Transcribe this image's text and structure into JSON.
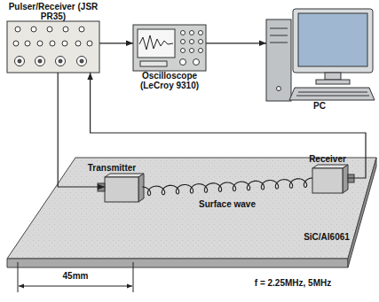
{
  "diagram": {
    "nodes": [
      {
        "text": [
          "Pulser/Receiver (JSR PR35)"
        ]
      },
      {
        "text": [
          "Oscilloscope (LeCroy 9310)"
        ]
      },
      {
        "text": [
          "PC"
        ]
      },
      {
        "text": [
          "Transmitter"
        ]
      },
      {
        "text": [
          "Receiver"
        ]
      },
      {
        "text": [
          "SiC/Al6061"
        ]
      }
    ],
    "edges": [
      {
        "from": 0,
        "to": 1,
        "arrow": "to"
      },
      {
        "from": 1,
        "to": 2,
        "arrow": "to"
      },
      {
        "from": 0,
        "to": 3,
        "arrow": "to"
      },
      {
        "from": 4,
        "to": 0,
        "arrow": "to"
      },
      {
        "from": 3,
        "to": 4,
        "arrow": "none",
        "label": "Surface wave"
      }
    ],
    "labels": [
      "45mm",
      "f = 2.25MHz, 5MHz"
    ]
  }
}
